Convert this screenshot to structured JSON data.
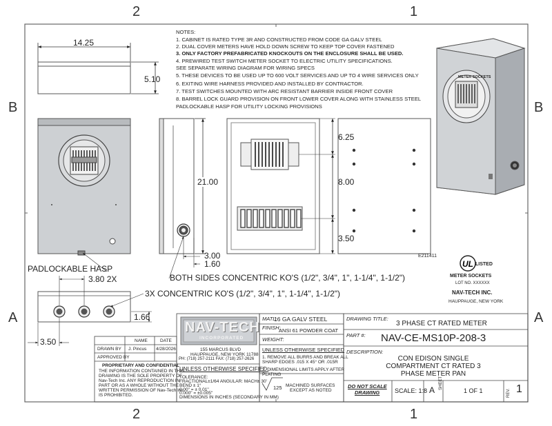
{
  "zones": {
    "top_left": "2",
    "top_right": "1",
    "bottom_left": "2",
    "bottom_right": "1",
    "left_upper": "B",
    "left_lower": "A",
    "right_upper": "B",
    "right_lower": "A"
  },
  "notes": {
    "heading": "NOTES:",
    "items": [
      "1. CABINET IS RATED TYPE 3R AND CONSTRUCTED FROM CODE GA GALV STEEL",
      "2. DUAL COVER METERS HAVE HOLD DOWN SCREW TO KEEP TOP COVER FASTENED",
      "3. ONLY FACTORY PREFABRICATED KNOCKOUTS ON THE ENCLOSURE SHALL BE USED.",
      "4. PREWIRED TEST SWITCH METER SOCKET TO ELECTRIC UTILITY SPECIFICATIONS.",
      "    SEE SEPARATE WIRING DIAGRAM FOR WIRING SPECS",
      "5. THESE DEVICES TO BE USED UP TO 600 VOLT SERVICES AND UP TO 4 WIRE SERVICES ONLY",
      "6. EXITING WIRE HARNESS PROVIDED AND INSTALLED BY CONTRACTOR.",
      "7. TEST SWITCHES MOUNTED WITH ARC RESISTANT BARRIER INSIDE FRONT COVER",
      "8. BARREL LOCK GUARD PROVISION ON FRONT LOWER COVER ALONG WITH STAINLESS STEEL",
      "    PADLOCKABLE HASP FOR UTILITY LOCKING PROVISIONS"
    ]
  },
  "dimensions": {
    "width": "14.25",
    "depth": "5.10",
    "height": "21.00",
    "top_offset": "6.25",
    "mid_offset": "8.00",
    "bottom_offset": "3.50",
    "side_300": "3.00",
    "side_160": "1.60",
    "hasp_spacing": "3.80 2X",
    "bottom_height": "1.66",
    "bottom_350": "3.50"
  },
  "callouts": {
    "hasp": "PADLOCKABLE HASP",
    "side_kos": "BOTH SIDES CONCENTRIC KO'S (1/2\", 3/4\", 1\", 1-1/4\", 1-1/2\")",
    "bottom_kos": "3X CONCENTRIC KO'S  (1/2\", 3/4\", 1\", 1-1/4\", 1-1/2\")"
  },
  "iso_label": "METER SOCKETS",
  "ul": {
    "file_no": "E211411",
    "mark": "LISTED",
    "title": "METER SOCKETS",
    "lot": "LOT NO. XXXXXX"
  },
  "company": {
    "name": "NAV-TECH INC.",
    "city": "HAUPPAUGE, NEW YORK",
    "logo_line1": "NAV-TECH",
    "logo_line2": "INCORPORATED",
    "address1": "155 MARCUS BLVD",
    "address2": "HAUPPAUGE, NEW YORK 11788",
    "phone": "PH: (718) 257-2111   FAX: (718) 257-2626"
  },
  "title_block": {
    "name_header": "NAME",
    "date_header": "DATE",
    "drawn_by_label": "DRAWN BY",
    "drawn_by": "J. Pincus",
    "drawn_date": "4/28/2026",
    "approved_by_label": "APPROVED BY",
    "proprietary_title": "PROPRIETARY AND CONFIDENTIAL",
    "proprietary_lines": [
      "THE INFORMATION CONTAINED IN THIS",
      "DRAWING IS THE SOLE PROPERTY OF",
      "Nav-Tech Inc.  ANY REPRODUCTION IN",
      "PART OR AS A WHOLE WITHOUT THE",
      "WRITTEN PERMISSION OF Nav-Tech Inc.",
      "IS PROHIBITED."
    ],
    "unless_title": "UNLESS OTHERWISE SPECIFIED:",
    "tolerance_lines": [
      "TOLERANCE:",
      "FRACTIONAL±1/64 ANGULAR: MACH± 30'",
      "BEND ± 1°",
      "0.00\" = ± 0.01\"",
      "0.000\" = ±0.005\"",
      "DIMENSIONS IN INCHES (SECONDARY IN MM)"
    ],
    "matl_label": "MATL:",
    "matl": "16 GA GALV STEEL",
    "finish_label": "FINISH:",
    "finish": "ANSI 61 POWDER COAT",
    "weight_label": "WEIGHT:",
    "unless2_title": "UNLESS OTHERWISE SPECIFIED",
    "unless2_lines": [
      "1. REMOVE ALL BURRS AND BREAK ALL",
      "SHARP EDGES  .015 X 45° OR .015R",
      "",
      "2. DIMENSIONAL LIMITS APPLY AFTER",
      "PLATING"
    ],
    "finish_symbol": "125",
    "machined": "MACHINED SURFACES",
    "machined2": "EXCEPT AS NOTED",
    "title_label": "DRAWING TITLE:",
    "title": "3 PHASE CT RATED METER",
    "part_label": "PART #:",
    "part": "NAV-CE-MS10P-208-3",
    "desc_label": "DESCRIPTION:",
    "desc_lines": [
      "CON EDISON SINGLE",
      "COMPARTMENT CT RATED 3",
      "PHASE METER PAN"
    ],
    "noscale1": "DO NOT SCALE",
    "noscale2": "DRAWING",
    "scale": "SCALE: 1:8",
    "size": "A",
    "sheet_label": "SHEET",
    "sheet": "1 OF 1",
    "rev_label": "REV.",
    "rev": "1"
  }
}
